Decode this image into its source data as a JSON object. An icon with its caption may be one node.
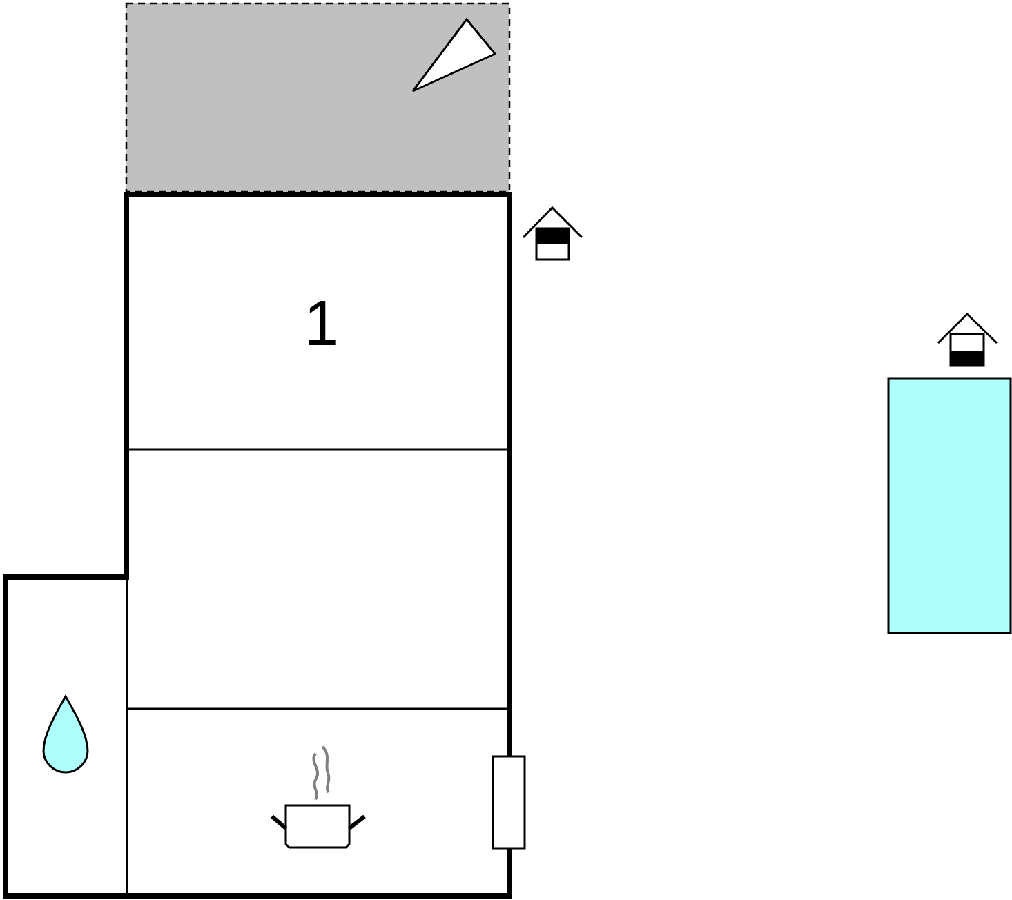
{
  "diagram": {
    "nodes": [
      {
        "text": [],
        "shape": "box"
      },
      {
        "text": [],
        "shape": "box"
      }
    ],
    "labels": [
      "1"
    ]
  }
}
